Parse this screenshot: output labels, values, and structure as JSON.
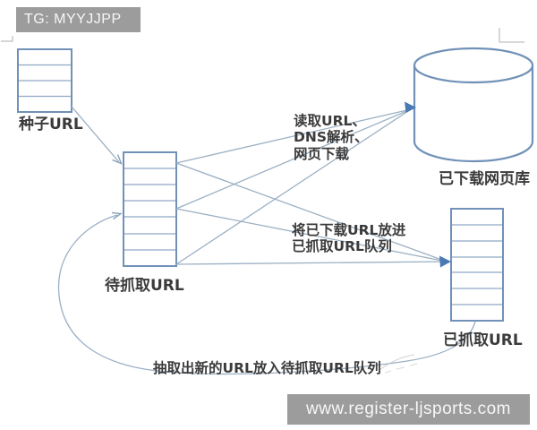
{
  "badges": {
    "tg": "TG: MYYJJPP",
    "site": "www.register-ljsports.com"
  },
  "diagram": {
    "title_implicit": "web crawler URL flow",
    "nodes": {
      "seed_queue": {
        "label": "种子URL"
      },
      "pending_queue": {
        "label": "待抓取URL"
      },
      "downloaded_store": {
        "label": "已下载网页库"
      },
      "crawled_queue": {
        "label": "已抓取URL"
      }
    },
    "edges": {
      "fetch": {
        "line1": "读取URL、",
        "line2": "DNS解析、",
        "line3": "网页下载"
      },
      "enqueue_crawled": {
        "line1": "将已下载URL放进",
        "line2": "已抓取URL队列"
      },
      "extract_new": {
        "label": "抽取出新的URL放入待抓取URL队列"
      }
    },
    "colors": {
      "box_border": "#7191b8",
      "box_row_line": "#8fa7c3",
      "edge_line": "#9bb0c4",
      "arrowhead_fill": "#4a7ab5",
      "text": "#3b3b3b",
      "badge_bg": "#9c9c9c",
      "badge_text": "#f7f7f7"
    }
  }
}
